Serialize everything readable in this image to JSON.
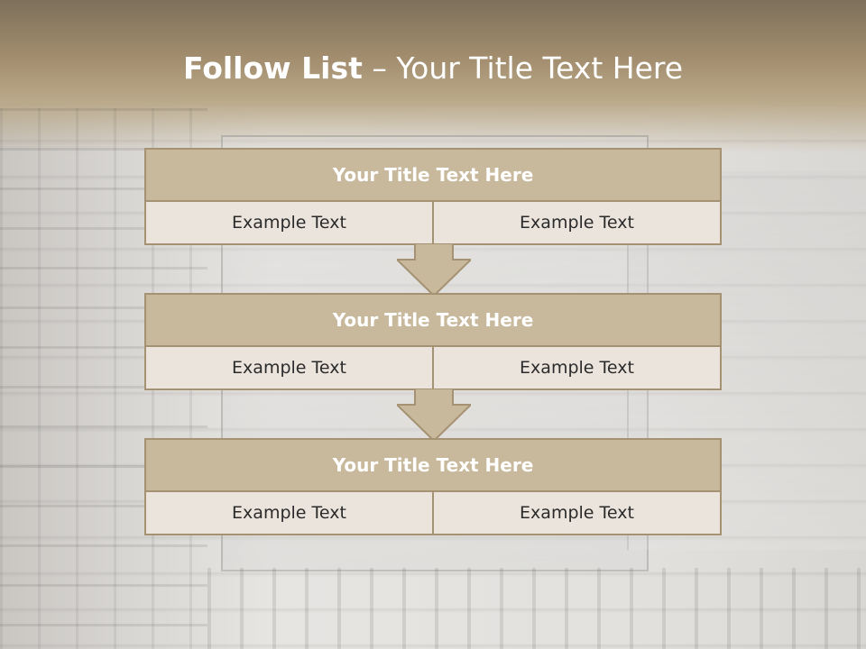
{
  "title": {
    "bold": "Follow List",
    "rest": " – Your Title Text Here"
  },
  "steps": [
    {
      "title": "Your Title Text Here",
      "left": "Example Text",
      "right": "Example Text"
    },
    {
      "title": "Your Title Text Here",
      "left": "Example Text",
      "right": "Example Text"
    },
    {
      "title": "Your Title Text Here",
      "left": "Example Text",
      "right": "Example Text"
    }
  ],
  "colors": {
    "header_fill": "#c8b99d",
    "cell_fill": "#ebe4dc",
    "border": "#a59273",
    "title_band": "#9a8768"
  }
}
